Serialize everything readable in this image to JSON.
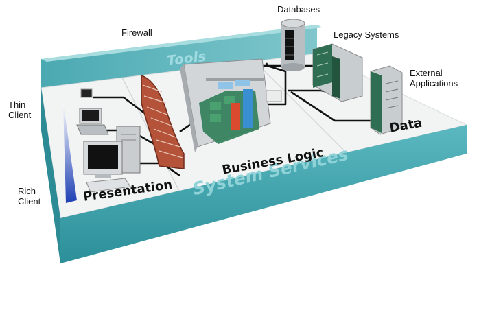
{
  "labels": {
    "databases": "Databases",
    "legacy_systems": "Legacy Systems",
    "external_applications": "External\nApplications",
    "firewall": "Firewall",
    "thin_client": "Thin\nClient",
    "rich_client": "Rich\nClient"
  },
  "zones": {
    "presentation": "Presentation",
    "business_logic": "Business Logic",
    "data": "Data"
  },
  "bands": {
    "tools": "Tools",
    "system_services": "System Services"
  },
  "colors": {
    "platform_top": "#f2f4f3",
    "platform_side": "#3aa3ad",
    "tools_band": "#66b9c0",
    "wall_brick": "#b4533a",
    "server_green": "#2f7d58",
    "cable": "#111111",
    "gradient_blue": "#1d3fb3"
  },
  "icons": [
    "thin-client-laptop-icon",
    "rich-client-workstation-icon",
    "firewall-wall-icon",
    "app-server-icon",
    "database-cylinder-icon",
    "legacy-server-icon",
    "external-app-tower-icon"
  ]
}
